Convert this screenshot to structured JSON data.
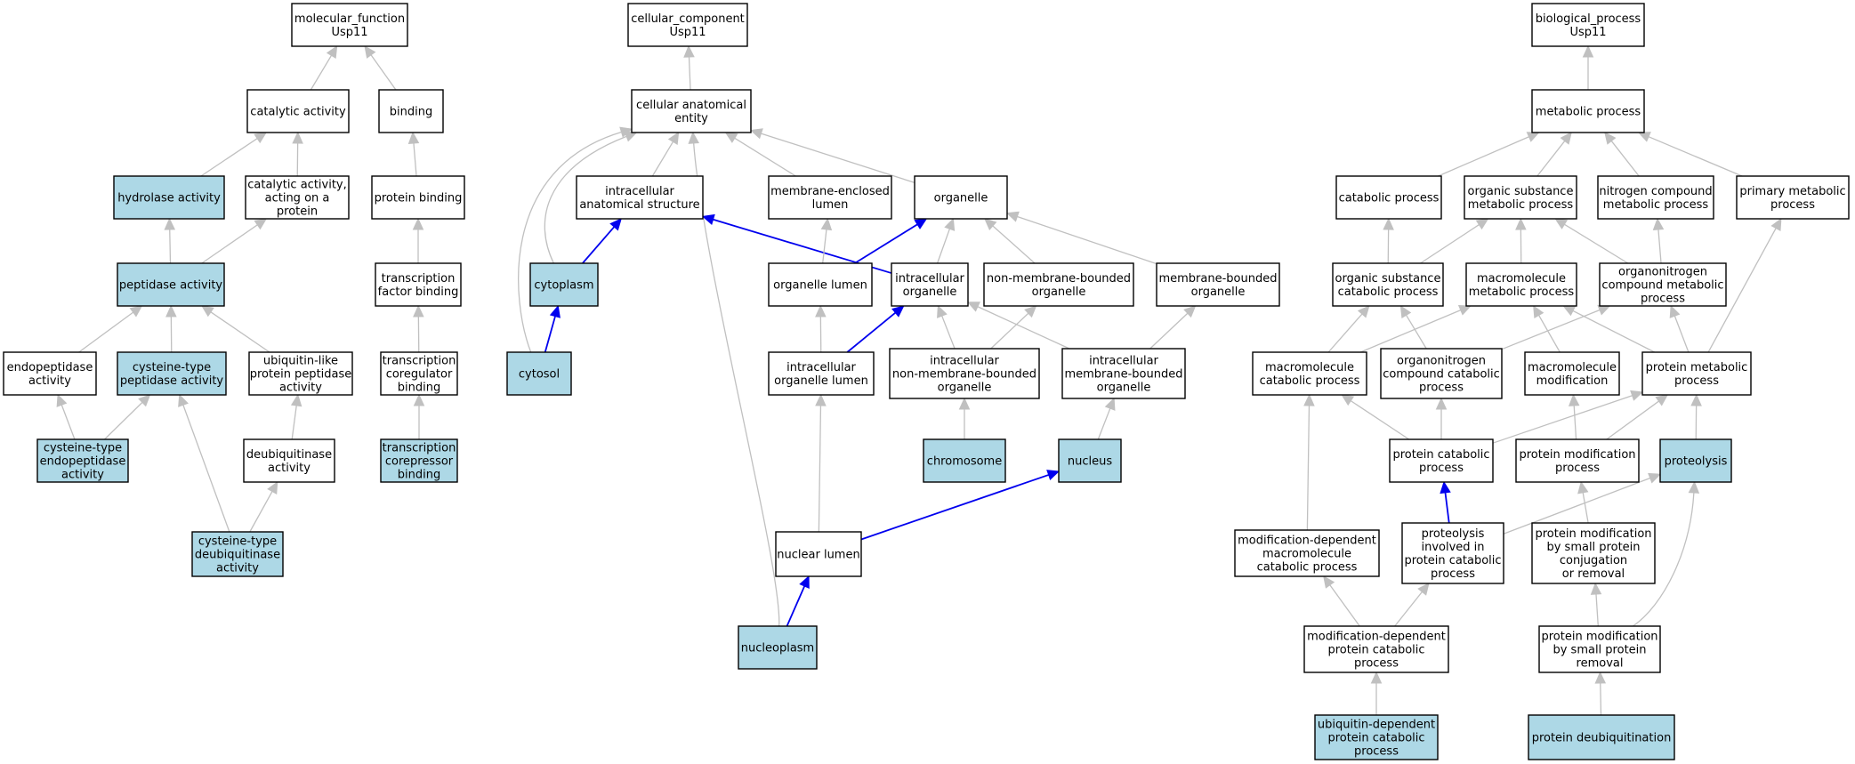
{
  "colors": {
    "highlight_fill": "#add8e6",
    "plain_fill": "#ffffff",
    "gray_edge": "#c0c0c0",
    "blue_edge": "#0000ee"
  },
  "nodes": [
    {
      "id": "mf_root",
      "lines": [
        "molecular_function",
        "Usp11"
      ],
      "highlighted": false
    },
    {
      "id": "catalytic_activity",
      "lines": [
        "catalytic activity"
      ],
      "highlighted": false
    },
    {
      "id": "binding",
      "lines": [
        "binding"
      ],
      "highlighted": false
    },
    {
      "id": "hydrolase_activity",
      "lines": [
        "hydrolase activity"
      ],
      "highlighted": true
    },
    {
      "id": "catalytic_on_protein",
      "lines": [
        "catalytic activity,",
        "acting on a",
        "protein"
      ],
      "highlighted": false
    },
    {
      "id": "protein_binding",
      "lines": [
        "protein binding"
      ],
      "highlighted": false
    },
    {
      "id": "peptidase_activity",
      "lines": [
        "peptidase activity"
      ],
      "highlighted": true
    },
    {
      "id": "tf_binding",
      "lines": [
        "transcription",
        "factor binding"
      ],
      "highlighted": false
    },
    {
      "id": "endopeptidase_activity",
      "lines": [
        "endopeptidase",
        "activity"
      ],
      "highlighted": false
    },
    {
      "id": "cysteine_peptidase",
      "lines": [
        "cysteine-type",
        "peptidase activity"
      ],
      "highlighted": true
    },
    {
      "id": "ubl_peptidase",
      "lines": [
        "ubiquitin-like",
        "protein peptidase",
        "activity"
      ],
      "highlighted": false
    },
    {
      "id": "coregulator_binding",
      "lines": [
        "transcription",
        "coregulator",
        "binding"
      ],
      "highlighted": false
    },
    {
      "id": "cysteine_endopeptidase",
      "lines": [
        "cysteine-type",
        "endopeptidase",
        "activity"
      ],
      "highlighted": true
    },
    {
      "id": "deubiquitinase_activity",
      "lines": [
        "deubiquitinase",
        "activity"
      ],
      "highlighted": false
    },
    {
      "id": "corepressor_binding",
      "lines": [
        "transcription",
        "corepressor",
        "binding"
      ],
      "highlighted": true
    },
    {
      "id": "cysteine_deubiquitinase",
      "lines": [
        "cysteine-type",
        "deubiquitinase",
        "activity"
      ],
      "highlighted": true
    },
    {
      "id": "cc_root",
      "lines": [
        "cellular_component",
        "Usp11"
      ],
      "highlighted": false
    },
    {
      "id": "cellular_anatomical_entity",
      "lines": [
        "cellular anatomical",
        "entity"
      ],
      "highlighted": false
    },
    {
      "id": "intracellular_anatomical",
      "lines": [
        "intracellular",
        "anatomical structure"
      ],
      "highlighted": false
    },
    {
      "id": "membrane_enclosed_lumen",
      "lines": [
        "membrane-enclosed",
        "lumen"
      ],
      "highlighted": false
    },
    {
      "id": "organelle",
      "lines": [
        "organelle"
      ],
      "highlighted": false
    },
    {
      "id": "cytoplasm",
      "lines": [
        "cytoplasm"
      ],
      "highlighted": true
    },
    {
      "id": "organelle_lumen",
      "lines": [
        "organelle lumen"
      ],
      "highlighted": false
    },
    {
      "id": "intracellular_organelle",
      "lines": [
        "intracellular",
        "organelle"
      ],
      "highlighted": false
    },
    {
      "id": "non_membrane_organelle",
      "lines": [
        "non-membrane-bounded",
        "organelle"
      ],
      "highlighted": false
    },
    {
      "id": "membrane_organelle",
      "lines": [
        "membrane-bounded",
        "organelle"
      ],
      "highlighted": false
    },
    {
      "id": "cytosol",
      "lines": [
        "cytosol"
      ],
      "highlighted": true
    },
    {
      "id": "intracellular_organelle_lumen",
      "lines": [
        "intracellular",
        "organelle lumen"
      ],
      "highlighted": false
    },
    {
      "id": "intracellular_non_membrane",
      "lines": [
        "intracellular",
        "non-membrane-bounded",
        "organelle"
      ],
      "highlighted": false
    },
    {
      "id": "intracellular_membrane",
      "lines": [
        "intracellular",
        "membrane-bounded",
        "organelle"
      ],
      "highlighted": false
    },
    {
      "id": "chromosome",
      "lines": [
        "chromosome"
      ],
      "highlighted": true
    },
    {
      "id": "nucleus",
      "lines": [
        "nucleus"
      ],
      "highlighted": true
    },
    {
      "id": "nuclear_lumen",
      "lines": [
        "nuclear lumen"
      ],
      "highlighted": false
    },
    {
      "id": "nucleoplasm",
      "lines": [
        "nucleoplasm"
      ],
      "highlighted": true
    },
    {
      "id": "bp_root",
      "lines": [
        "biological_process",
        "Usp11"
      ],
      "highlighted": false
    },
    {
      "id": "metabolic_process",
      "lines": [
        "metabolic process"
      ],
      "highlighted": false
    },
    {
      "id": "catabolic_process",
      "lines": [
        "catabolic process"
      ],
      "highlighted": false
    },
    {
      "id": "organic_substance_metabolic",
      "lines": [
        "organic substance",
        "metabolic process"
      ],
      "highlighted": false
    },
    {
      "id": "nitrogen_compound_metabolic",
      "lines": [
        "nitrogen compound",
        "metabolic process"
      ],
      "highlighted": false
    },
    {
      "id": "primary_metabolic",
      "lines": [
        "primary metabolic",
        "process"
      ],
      "highlighted": false
    },
    {
      "id": "organic_substance_catabolic",
      "lines": [
        "organic substance",
        "catabolic process"
      ],
      "highlighted": false
    },
    {
      "id": "macromolecule_metabolic",
      "lines": [
        "macromolecule",
        "metabolic process"
      ],
      "highlighted": false
    },
    {
      "id": "organonitrogen_metabolic",
      "lines": [
        "organonitrogen",
        "compound metabolic",
        "process"
      ],
      "highlighted": false
    },
    {
      "id": "macromolecule_catabolic",
      "lines": [
        "macromolecule",
        "catabolic process"
      ],
      "highlighted": false
    },
    {
      "id": "organonitrogen_catabolic",
      "lines": [
        "organonitrogen",
        "compound catabolic",
        "process"
      ],
      "highlighted": false
    },
    {
      "id": "macromolecule_modification",
      "lines": [
        "macromolecule",
        "modification"
      ],
      "highlighted": false
    },
    {
      "id": "protein_metabolic",
      "lines": [
        "protein metabolic",
        "process"
      ],
      "highlighted": false
    },
    {
      "id": "protein_catabolic",
      "lines": [
        "protein catabolic",
        "process"
      ],
      "highlighted": false
    },
    {
      "id": "protein_modification",
      "lines": [
        "protein modification",
        "process"
      ],
      "highlighted": false
    },
    {
      "id": "proteolysis",
      "lines": [
        "proteolysis"
      ],
      "highlighted": true
    },
    {
      "id": "mod_dep_macromolecule_catabolic",
      "lines": [
        "modification-dependent",
        "macromolecule",
        "catabolic process"
      ],
      "highlighted": false
    },
    {
      "id": "proteolysis_in_catabolic",
      "lines": [
        "proteolysis",
        "involved in",
        "protein catabolic",
        "process"
      ],
      "highlighted": false
    },
    {
      "id": "protein_mod_small_conj",
      "lines": [
        "protein modification",
        "by small protein",
        "conjugation",
        "or removal"
      ],
      "highlighted": false
    },
    {
      "id": "mod_dep_protein_catabolic",
      "lines": [
        "modification-dependent",
        "protein catabolic",
        "process"
      ],
      "highlighted": false
    },
    {
      "id": "protein_mod_small_removal",
      "lines": [
        "protein modification",
        "by small protein",
        "removal"
      ],
      "highlighted": false
    },
    {
      "id": "ubiquitin_dep_catabolic",
      "lines": [
        "ubiquitin-dependent",
        "protein catabolic",
        "process"
      ],
      "highlighted": true
    },
    {
      "id": "protein_deubiquitination",
      "lines": [
        "protein deubiquitination"
      ],
      "highlighted": true
    }
  ],
  "edges": [
    {
      "from": "catalytic_activity",
      "to": "mf_root",
      "color": "gray"
    },
    {
      "from": "binding",
      "to": "mf_root",
      "color": "gray"
    },
    {
      "from": "hydrolase_activity",
      "to": "catalytic_activity",
      "color": "gray"
    },
    {
      "from": "catalytic_on_protein",
      "to": "catalytic_activity",
      "color": "gray"
    },
    {
      "from": "protein_binding",
      "to": "binding",
      "color": "gray"
    },
    {
      "from": "peptidase_activity",
      "to": "hydrolase_activity",
      "color": "gray"
    },
    {
      "from": "peptidase_activity",
      "to": "catalytic_on_protein",
      "color": "gray"
    },
    {
      "from": "tf_binding",
      "to": "protein_binding",
      "color": "gray"
    },
    {
      "from": "endopeptidase_activity",
      "to": "peptidase_activity",
      "color": "gray"
    },
    {
      "from": "cysteine_peptidase",
      "to": "peptidase_activity",
      "color": "gray"
    },
    {
      "from": "ubl_peptidase",
      "to": "peptidase_activity",
      "color": "gray"
    },
    {
      "from": "coregulator_binding",
      "to": "tf_binding",
      "color": "gray"
    },
    {
      "from": "cysteine_endopeptidase",
      "to": "endopeptidase_activity",
      "color": "gray"
    },
    {
      "from": "cysteine_endopeptidase",
      "to": "cysteine_peptidase",
      "color": "gray"
    },
    {
      "from": "deubiquitinase_activity",
      "to": "ubl_peptidase",
      "color": "gray"
    },
    {
      "from": "corepressor_binding",
      "to": "coregulator_binding",
      "color": "gray"
    },
    {
      "from": "cysteine_deubiquitinase",
      "to": "cysteine_peptidase",
      "color": "gray"
    },
    {
      "from": "cysteine_deubiquitinase",
      "to": "deubiquitinase_activity",
      "color": "gray"
    },
    {
      "from": "cellular_anatomical_entity",
      "to": "cc_root",
      "color": "gray"
    },
    {
      "from": "intracellular_anatomical",
      "to": "cellular_anatomical_entity",
      "color": "gray"
    },
    {
      "from": "membrane_enclosed_lumen",
      "to": "cellular_anatomical_entity",
      "color": "gray"
    },
    {
      "from": "organelle",
      "to": "cellular_anatomical_entity",
      "color": "gray"
    },
    {
      "from": "cytoplasm",
      "to": "cellular_anatomical_entity",
      "color": "gray"
    },
    {
      "from": "cytosol",
      "to": "cellular_anatomical_entity",
      "color": "gray"
    },
    {
      "from": "nucleoplasm",
      "to": "cellular_anatomical_entity",
      "color": "gray"
    },
    {
      "from": "cytoplasm",
      "to": "intracellular_anatomical",
      "color": "blue"
    },
    {
      "from": "intracellular_organelle",
      "to": "intracellular_anatomical",
      "color": "blue"
    },
    {
      "from": "organelle_lumen",
      "to": "membrane_enclosed_lumen",
      "color": "gray"
    },
    {
      "from": "organelle_lumen",
      "to": "organelle",
      "color": "blue"
    },
    {
      "from": "intracellular_organelle",
      "to": "organelle",
      "color": "gray"
    },
    {
      "from": "non_membrane_organelle",
      "to": "organelle",
      "color": "gray"
    },
    {
      "from": "membrane_organelle",
      "to": "organelle",
      "color": "gray"
    },
    {
      "from": "cytosol",
      "to": "cytoplasm",
      "color": "blue"
    },
    {
      "from": "intracellular_organelle_lumen",
      "to": "organelle_lumen",
      "color": "gray"
    },
    {
      "from": "intracellular_organelle_lumen",
      "to": "intracellular_organelle",
      "color": "blue"
    },
    {
      "from": "intracellular_non_membrane",
      "to": "intracellular_organelle",
      "color": "gray"
    },
    {
      "from": "intracellular_non_membrane",
      "to": "non_membrane_organelle",
      "color": "gray"
    },
    {
      "from": "intracellular_membrane",
      "to": "intracellular_organelle",
      "color": "gray"
    },
    {
      "from": "intracellular_membrane",
      "to": "membrane_organelle",
      "color": "gray"
    },
    {
      "from": "chromosome",
      "to": "intracellular_non_membrane",
      "color": "gray"
    },
    {
      "from": "nucleus",
      "to": "intracellular_membrane",
      "color": "gray"
    },
    {
      "from": "nuclear_lumen",
      "to": "intracellular_organelle_lumen",
      "color": "gray"
    },
    {
      "from": "nuclear_lumen",
      "to": "nucleus",
      "color": "blue"
    },
    {
      "from": "nucleoplasm",
      "to": "nuclear_lumen",
      "color": "blue"
    },
    {
      "from": "metabolic_process",
      "to": "bp_root",
      "color": "gray"
    },
    {
      "from": "catabolic_process",
      "to": "metabolic_process",
      "color": "gray"
    },
    {
      "from": "organic_substance_metabolic",
      "to": "metabolic_process",
      "color": "gray"
    },
    {
      "from": "nitrogen_compound_metabolic",
      "to": "metabolic_process",
      "color": "gray"
    },
    {
      "from": "primary_metabolic",
      "to": "metabolic_process",
      "color": "gray"
    },
    {
      "from": "organic_substance_catabolic",
      "to": "catabolic_process",
      "color": "gray"
    },
    {
      "from": "organic_substance_catabolic",
      "to": "organic_substance_metabolic",
      "color": "gray"
    },
    {
      "from": "macromolecule_metabolic",
      "to": "organic_substance_metabolic",
      "color": "gray"
    },
    {
      "from": "organonitrogen_metabolic",
      "to": "organic_substance_metabolic",
      "color": "gray"
    },
    {
      "from": "organonitrogen_metabolic",
      "to": "nitrogen_compound_metabolic",
      "color": "gray"
    },
    {
      "from": "macromolecule_catabolic",
      "to": "organic_substance_catabolic",
      "color": "gray"
    },
    {
      "from": "macromolecule_catabolic",
      "to": "macromolecule_metabolic",
      "color": "gray"
    },
    {
      "from": "organonitrogen_catabolic",
      "to": "organic_substance_catabolic",
      "color": "gray"
    },
    {
      "from": "organonitrogen_catabolic",
      "to": "organonitrogen_metabolic",
      "color": "gray"
    },
    {
      "from": "macromolecule_modification",
      "to": "macromolecule_metabolic",
      "color": "gray"
    },
    {
      "from": "protein_metabolic",
      "to": "macromolecule_metabolic",
      "color": "gray"
    },
    {
      "from": "protein_metabolic",
      "to": "organonitrogen_metabolic",
      "color": "gray"
    },
    {
      "from": "protein_metabolic",
      "to": "primary_metabolic",
      "color": "gray"
    },
    {
      "from": "protein_catabolic",
      "to": "macromolecule_catabolic",
      "color": "gray"
    },
    {
      "from": "protein_catabolic",
      "to": "organonitrogen_catabolic",
      "color": "gray"
    },
    {
      "from": "protein_catabolic",
      "to": "protein_metabolic",
      "color": "gray"
    },
    {
      "from": "protein_modification",
      "to": "macromolecule_modification",
      "color": "gray"
    },
    {
      "from": "protein_modification",
      "to": "protein_metabolic",
      "color": "gray"
    },
    {
      "from": "proteolysis",
      "to": "protein_metabolic",
      "color": "gray"
    },
    {
      "from": "mod_dep_macromolecule_catabolic",
      "to": "macromolecule_catabolic",
      "color": "gray"
    },
    {
      "from": "proteolysis_in_catabolic",
      "to": "protein_catabolic",
      "color": "blue"
    },
    {
      "from": "proteolysis_in_catabolic",
      "to": "proteolysis",
      "color": "gray"
    },
    {
      "from": "protein_mod_small_conj",
      "to": "protein_modification",
      "color": "gray"
    },
    {
      "from": "mod_dep_protein_catabolic",
      "to": "mod_dep_macromolecule_catabolic",
      "color": "gray"
    },
    {
      "from": "mod_dep_protein_catabolic",
      "to": "proteolysis_in_catabolic",
      "color": "gray"
    },
    {
      "from": "protein_mod_small_removal",
      "to": "protein_mod_small_conj",
      "color": "gray"
    },
    {
      "from": "protein_mod_small_removal",
      "to": "proteolysis",
      "color": "gray"
    },
    {
      "from": "ubiquitin_dep_catabolic",
      "to": "mod_dep_protein_catabolic",
      "color": "gray"
    },
    {
      "from": "protein_deubiquitination",
      "to": "protein_mod_small_removal",
      "color": "gray"
    }
  ]
}
